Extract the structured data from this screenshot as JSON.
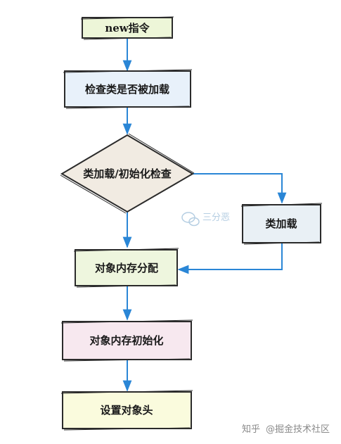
{
  "nodes": {
    "new_cmd": {
      "label": "new指令",
      "fill": "#edf6d8"
    },
    "check_loaded": {
      "label": "检查类是否被加载",
      "fill": "#e8f1fa"
    },
    "decision": {
      "label": "类加载/初始化检查",
      "fill": "#f1ebe2"
    },
    "class_load": {
      "label": "类加载",
      "fill": "#e9f0f5"
    },
    "alloc": {
      "label": "对象内存分配",
      "fill": "#eef6de"
    },
    "init": {
      "label": "对象内存初始化",
      "fill": "#f7e8ef"
    },
    "header": {
      "label": "设置对象头",
      "fill": "#fafbdd"
    }
  },
  "watermark": {
    "text": "三分恶",
    "icon": "wechat-icon"
  },
  "footer": {
    "brand": "知乎",
    "handle": "@掘金技术社区"
  },
  "colors": {
    "arrow": "#2a86d6",
    "stroke": "#2b2b2b"
  }
}
